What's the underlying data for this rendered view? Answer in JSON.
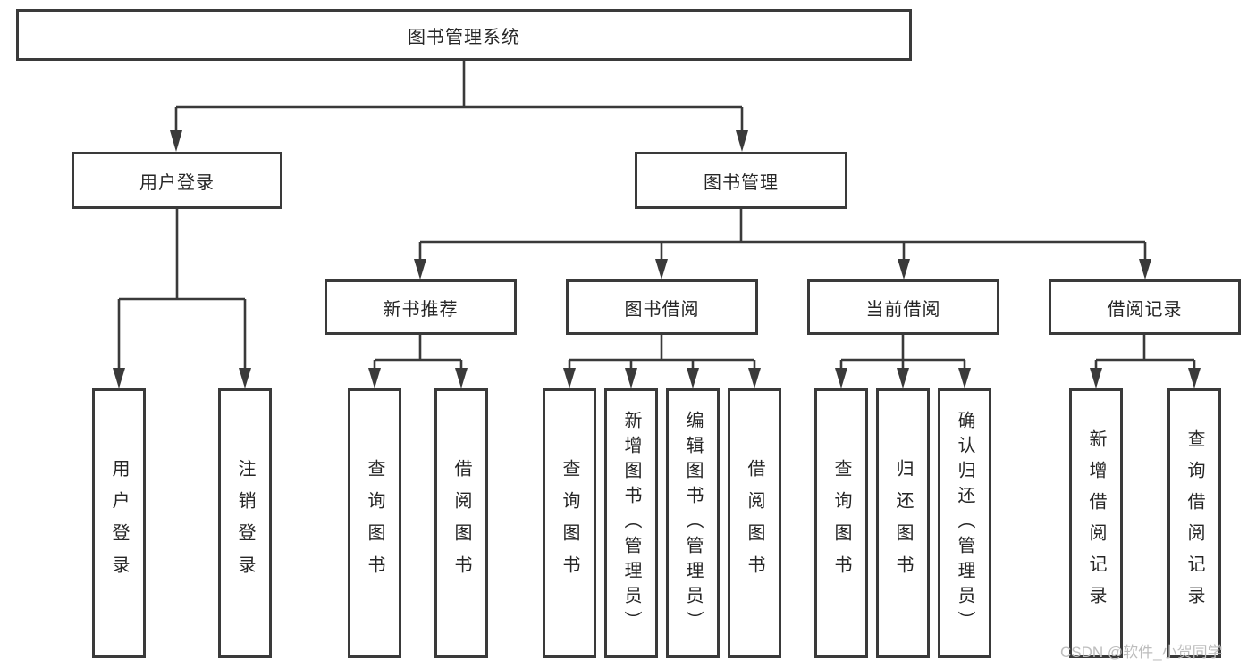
{
  "diagram": {
    "title": "图书管理系统",
    "root": {
      "label": "图书管理系统"
    },
    "level2": [
      {
        "id": "user-login",
        "label": "用户登录"
      },
      {
        "id": "book-management",
        "label": "图书管理"
      }
    ],
    "level3": [
      {
        "id": "new-book-recommend",
        "parent": "图书管理",
        "label": "新书推荐"
      },
      {
        "id": "book-borrowing",
        "parent": "图书管理",
        "label": "图书借阅"
      },
      {
        "id": "current-borrowing",
        "parent": "图书管理",
        "label": "当前借阅"
      },
      {
        "id": "borrowing-records",
        "parent": "图书管理",
        "label": "借阅记录"
      }
    ],
    "leaves": [
      {
        "parent": "用户登录",
        "label": "用户登录"
      },
      {
        "parent": "用户登录",
        "label": "注销登录"
      },
      {
        "parent": "新书推荐",
        "label": "查询图书"
      },
      {
        "parent": "新书推荐",
        "label": "借阅图书"
      },
      {
        "parent": "图书借阅",
        "label": "查询图书"
      },
      {
        "parent": "图书借阅",
        "label": "新增图书（管理员）"
      },
      {
        "parent": "图书借阅",
        "label": "编辑图书（管理员）"
      },
      {
        "parent": "图书借阅",
        "label": "借阅图书"
      },
      {
        "parent": "当前借阅",
        "label": "查询图书"
      },
      {
        "parent": "当前借阅",
        "label": "归还图书"
      },
      {
        "parent": "当前借阅",
        "label": "确认归还（管理员）"
      },
      {
        "parent": "借阅记录",
        "label": "新增借阅记录"
      },
      {
        "parent": "借阅记录",
        "label": "查询借阅记录"
      }
    ],
    "colors": {
      "line": "#3a3a3a",
      "box_border": "#3a3a3a",
      "box_fill": "#ffffff",
      "text": "#262626",
      "watermark": "#bdbdbd"
    }
  },
  "watermark": {
    "text": "CSDN @软件_小贺同学"
  }
}
